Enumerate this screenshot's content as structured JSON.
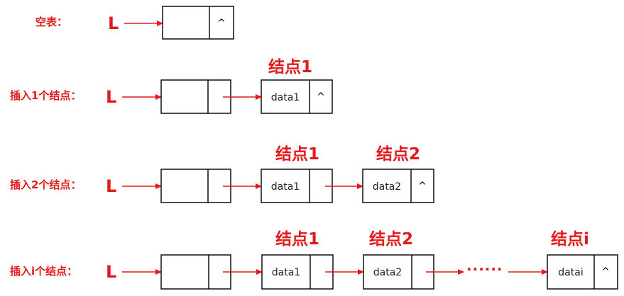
{
  "colors": {
    "accent": "#e31a1c",
    "line": "#000000"
  },
  "pointer_label": "L",
  "rows": [
    {
      "label": "空表：",
      "head_next": "^",
      "nodes": []
    },
    {
      "label": "插入1个结点：",
      "head_next": "",
      "nodes": [
        {
          "title": "结点1",
          "data": "data1",
          "next": "^"
        }
      ]
    },
    {
      "label": "插入2个结点：",
      "head_next": "",
      "nodes": [
        {
          "title": "结点1",
          "data": "data1",
          "next": ""
        },
        {
          "title": "结点2",
          "data": "data2",
          "next": "^"
        }
      ]
    },
    {
      "label": "插入i个结点：",
      "head_next": "",
      "ellipsis": "······",
      "nodes": [
        {
          "title": "结点1",
          "data": "data1",
          "next": ""
        },
        {
          "title": "结点2",
          "data": "data2",
          "next": ""
        },
        {
          "title": "结点i",
          "data": "datai",
          "next": "^"
        }
      ]
    }
  ]
}
